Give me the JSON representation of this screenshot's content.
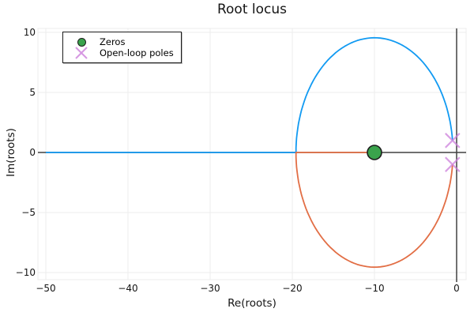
{
  "chart_data": {
    "type": "line",
    "title": "Root locus",
    "xlabel": "Re(roots)",
    "ylabel": "Im(roots)",
    "xlim": [
      -50.9,
      1.2
    ],
    "ylim": [
      -10.6,
      10.4
    ],
    "grid": true,
    "legend_position": "top-left",
    "x_ticks": {
      "values": [
        -50,
        -40,
        -30,
        -20,
        -10,
        0
      ],
      "labels": [
        "−50",
        "−40",
        "−30",
        "−20",
        "−10",
        "0"
      ]
    },
    "y_ticks": {
      "values": [
        10,
        5,
        0,
        -5,
        -10
      ],
      "labels": [
        "10",
        "5",
        "0",
        "−5",
        "−10"
      ]
    },
    "zeros": [
      {
        "re": -10,
        "im": 0
      }
    ],
    "poles": [
      {
        "re": -0.5,
        "im": 1
      },
      {
        "re": -0.5,
        "im": -1
      }
    ],
    "locus_circle": {
      "center_re": -10,
      "center_im": 0,
      "radius": 9.55
    },
    "branches": [
      {
        "name": "branch-to-infinity",
        "color": "#119af2",
        "pole_index": 0,
        "half": "upper",
        "real_axis_end": -50
      },
      {
        "name": "branch-to-zero",
        "color": "#e26e45",
        "pole_index": 1,
        "half": "lower",
        "real_axis_end": -10
      }
    ],
    "colors": {
      "zero_line": "#404040",
      "grid": "#ececec",
      "frame": "#ececec",
      "tick_text": "#141414",
      "zero_marker_fill": "#3aa34c",
      "zero_marker_edge": "#1d1d1d",
      "pole_marker": "#cd7fdc"
    },
    "legend": {
      "items": [
        {
          "label": "Zeros",
          "marker": "circle",
          "color": "#3aa34c",
          "icon": "circle-marker-icon"
        },
        {
          "label": "Open-loop poles",
          "marker": "x",
          "color": "#cd7fdc",
          "icon": "x-marker-icon"
        }
      ]
    }
  }
}
